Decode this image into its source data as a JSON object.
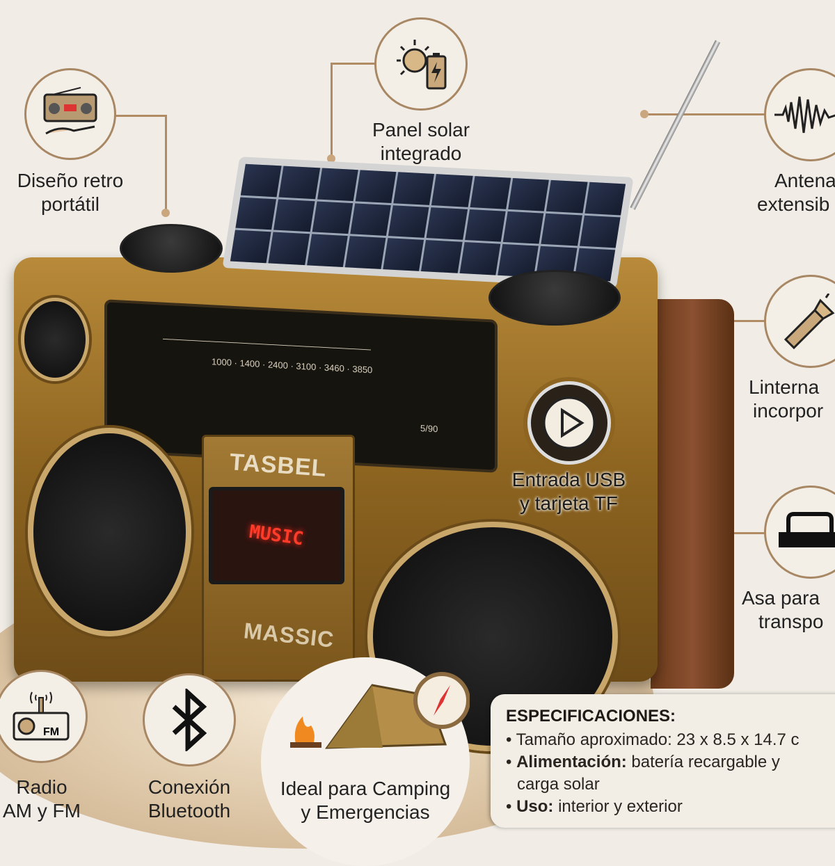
{
  "features": {
    "retro": {
      "line1": "Diseño retro",
      "line2": "portátil",
      "icon": "boombox-hand-icon"
    },
    "solar": {
      "line1": "Panel solar",
      "line2": "integrado",
      "icon": "sun-battery-icon"
    },
    "antenna": {
      "line1": "Antena",
      "line2": "extensib",
      "icon": "sound-wave-icon"
    },
    "flashlight": {
      "line1": "Linterna",
      "line2": "incorpor",
      "icon": "flashlight-icon"
    },
    "usb": {
      "line1": "Entrada USB",
      "line2": "y tarjeta TF",
      "icon": "play-icon"
    },
    "handle": {
      "line1": "Asa para",
      "line2": "transpo",
      "icon": "handle-icon"
    },
    "radio": {
      "line1": "Radio",
      "line2": "AM y FM",
      "icon": "radio-fm-icon",
      "icon_text": "FM"
    },
    "bluetooth": {
      "line1": "Conexión",
      "line2": "Bluetooth",
      "icon": "bluetooth-icon"
    },
    "camping": {
      "line1": "Ideal para Camping",
      "line2": "y Emergencias",
      "icon": "tent-campfire-compass-icon"
    }
  },
  "product": {
    "brand": "TASBEL",
    "display": "MUSIC",
    "cassette_label": "MASSIC"
  },
  "specs": {
    "title": "ESPECIFICACIONES:",
    "items": [
      {
        "label": "",
        "text": "Tamaño aproximado: 23 x 8.5 x 14.7 c"
      },
      {
        "label": "Alimentación:",
        "text": " batería recargable y",
        "cont": "carga solar"
      },
      {
        "label": "Uso:",
        "text": " interior y exterior"
      }
    ]
  },
  "colors": {
    "background": "#f1ede6",
    "accent": "#b08b63",
    "gold": "#b88a3a",
    "display": "#ff3b2a"
  }
}
